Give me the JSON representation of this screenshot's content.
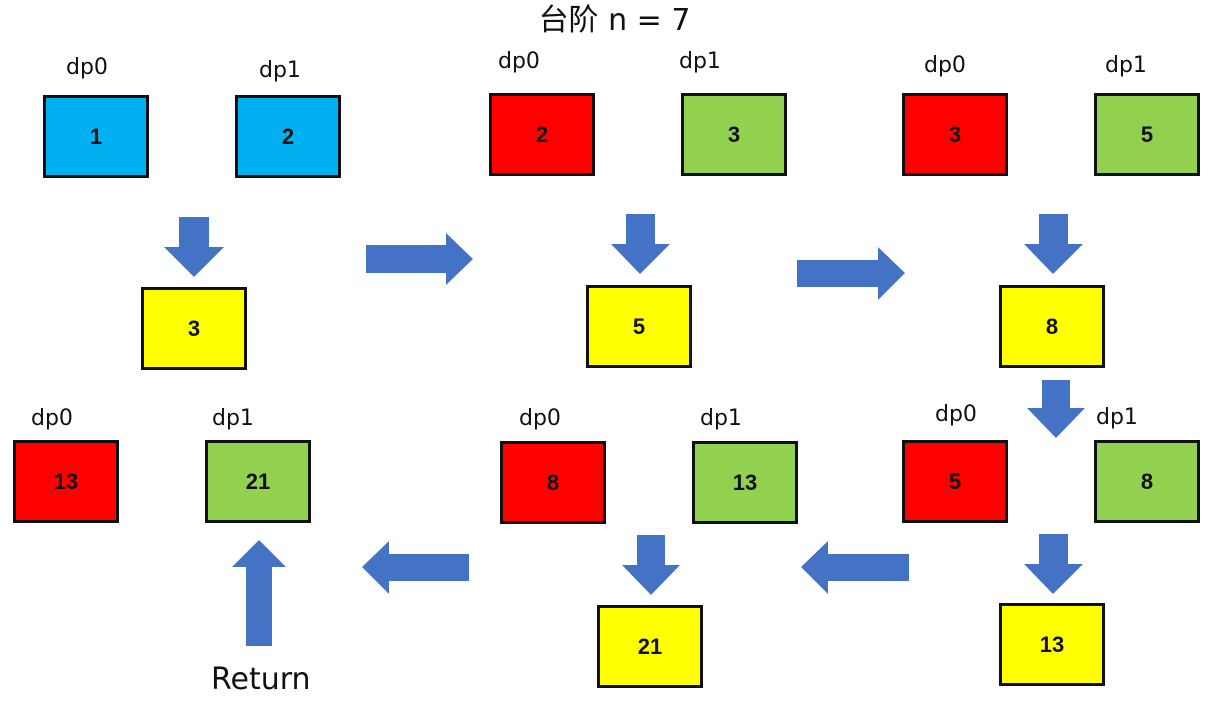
{
  "title": "台阶 n = 7",
  "colors": {
    "blue": "#00b0f0",
    "red": "#ff0000",
    "green": "#92d050",
    "yellow": "#ffff00",
    "arrow": "#4472c4"
  },
  "labels": {
    "dp0": "dp0",
    "dp1": "dp1"
  },
  "stages": [
    {
      "dp0": "1",
      "dp1": "2",
      "sum": "3"
    },
    {
      "dp0": "2",
      "dp1": "3",
      "sum": "5"
    },
    {
      "dp0": "3",
      "dp1": "5",
      "sum": "8"
    },
    {
      "dp0": "5",
      "dp1": "8",
      "sum": "13"
    },
    {
      "dp0": "8",
      "dp1": "13",
      "sum": "21"
    },
    {
      "dp0": "13",
      "dp1": "21"
    }
  ],
  "return_label": "Return"
}
